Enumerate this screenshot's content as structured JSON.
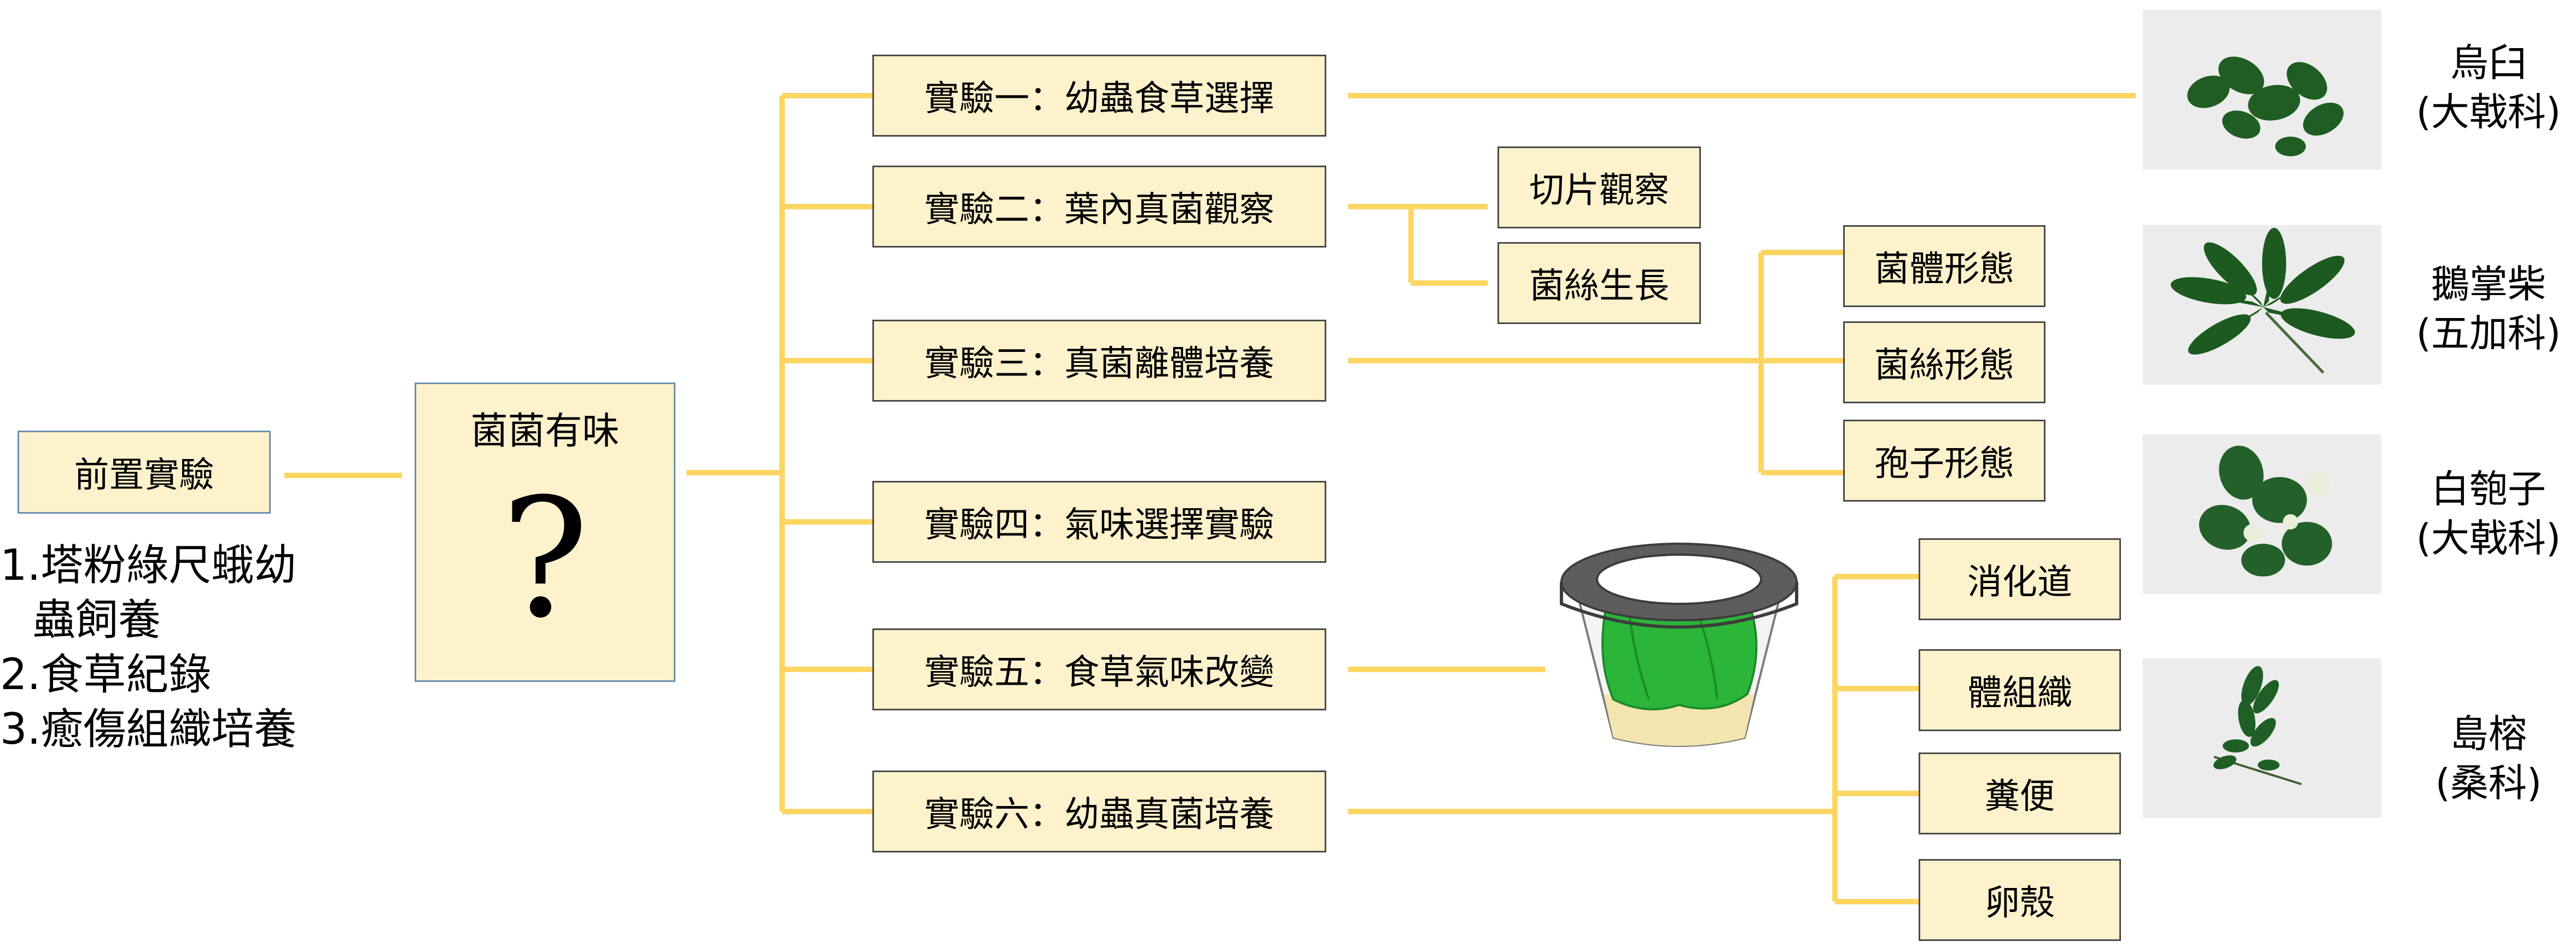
{
  "diagram": {
    "pre_experiment": {
      "label": "前置實驗",
      "items": [
        "1.塔粉綠尺蛾幼",
        "蟲飼養",
        "2.食草紀錄",
        "3.癒傷組織培養"
      ]
    },
    "center": {
      "title": "菌菌有味",
      "symbol": "?"
    },
    "experiments": [
      "實驗一：幼蟲食草選擇",
      "實驗二：葉內真菌觀察",
      "實驗三：真菌離體培養",
      "實驗四：氣味選擇實驗",
      "實驗五：食草氣味改變",
      "實驗六：幼蟲真菌培養"
    ],
    "exp2_branches": [
      "切片觀察",
      "菌絲生長"
    ],
    "exp3_branches": [
      "菌體形態",
      "菌絲形態",
      "孢子形態"
    ],
    "exp6_branches": [
      "消化道",
      "體組織",
      "糞便",
      "卵殼"
    ],
    "plants": [
      {
        "name": "烏臼",
        "family": "(大戟科)"
      },
      {
        "name": "鵝掌柴",
        "family": "(五加科)"
      },
      {
        "name": "白匏子",
        "family": "(大戟科)"
      },
      {
        "name": "島榕",
        "family": "(桑科)"
      }
    ],
    "colors": {
      "box_fill": "#fef2cc",
      "connector": "#fdd563",
      "leaf": "#1f7a2a"
    },
    "icons": [
      "leaf-photo",
      "trap-cup-illustration"
    ]
  }
}
